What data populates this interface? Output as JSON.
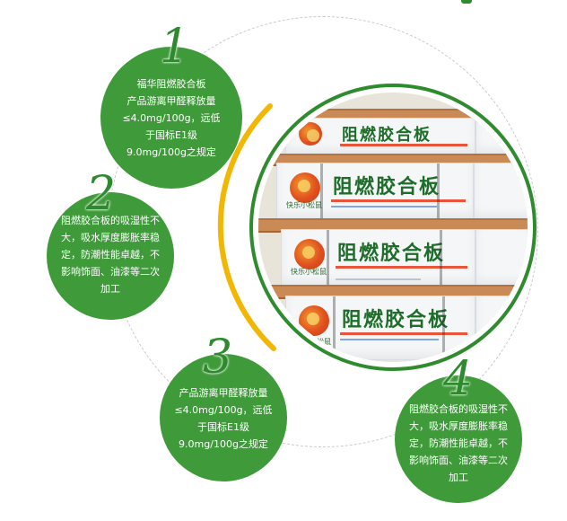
{
  "colors": {
    "bubble_green": "#3f9a3a",
    "number_green": "#2f8a2f",
    "ring_green": "#2e8b2e",
    "ring_yellow": "#f2b705",
    "orbit_gray": "#c9c9c9"
  },
  "features": [
    {
      "number": "1",
      "text": "福华阻燃胶合板\n产品游离甲醛释放量\n≤4.0mg/100g，远低\n于国标E1级\n9.0mg/100g之规定"
    },
    {
      "number": "2",
      "text": "阻燃胶合板的吸湿性不\n大，吸水厚度膨胀率稳\n定，防潮性能卓越，不\n影响饰面、油漆等二次\n加工"
    },
    {
      "number": "3",
      "text": "产品游离甲醛释放量\n≤4.0mg/100g，远低\n于国标E1级\n9.0mg/100g之规定"
    },
    {
      "number": "4",
      "text": "阻燃胶合板的吸湿性不\n大，吸水厚度膨胀率稳\n定，防潮性能卓越，不\n影响饰面、油漆等二次\n加工"
    }
  ],
  "photo": {
    "package_title": "阻燃胶合板",
    "brand_mark": "快乐小松鼠"
  }
}
